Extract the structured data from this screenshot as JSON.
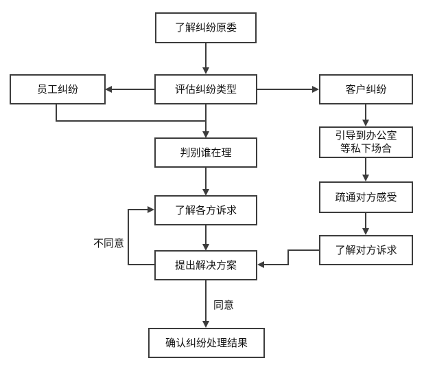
{
  "nodes": {
    "understand_cause": "了解纠纷原委",
    "assess_type": "评估纠纷类型",
    "employee_dispute": "员工纠纷",
    "customer_dispute": "客户纠纷",
    "judge_who_right": "判别谁在理",
    "guide_private": "引导到办公室\n等私下场合",
    "ease_feelings": "疏通对方感受",
    "understand_all_demands": "了解各方诉求",
    "understand_other_demands": "了解对方诉求",
    "propose_solution": "提出解决方案",
    "confirm_result": "确认纠纷处理结果"
  },
  "edge_labels": {
    "disagree": "不同意",
    "agree": "同意"
  }
}
